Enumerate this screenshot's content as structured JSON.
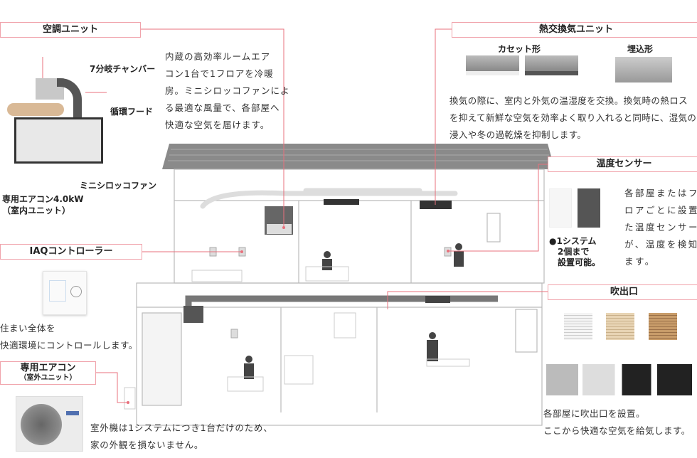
{
  "aircon_unit": {
    "label": "空調ユニット",
    "parts": {
      "chamber": "7分岐チャンバー",
      "hood": "循環フード",
      "fan": "ミニシロッコファン",
      "indoor": "専用エアコン4.0kW",
      "indoor_sub": "（室内ユニット）"
    },
    "desc": [
      "内蔵の高効率ルームエア",
      "コン1台で1フロアを冷暖",
      "房。ミニシロッコファンによ",
      "る最適な風量で、各部屋へ",
      "快適な空気を届けます。"
    ]
  },
  "heat_exchange": {
    "label": "熱交換気ユニット",
    "types": [
      "カセット形",
      "埋込形"
    ],
    "desc": [
      "換気の際に、室内と外気の温湿度を交換。換気時の熱ロス",
      "を抑えて新鮮な空気を効率よく取り入れると同時に、湿気の",
      "浸入や冬の過乾燥を抑制します。"
    ]
  },
  "temp_sensor": {
    "label": "温度センサー",
    "note": [
      "●1システム",
      "2個まで",
      "設置可能。"
    ],
    "desc": [
      "各部屋またはフ",
      "ロアごとに設置し",
      "た温度センサー",
      "が、温度を検知し",
      "ます。"
    ]
  },
  "iaq": {
    "label": "IAQコントローラー",
    "desc": [
      "住まい全体を",
      "快適環境にコントロールします。"
    ]
  },
  "outlet": {
    "label": "吹出口",
    "desc": [
      "各部屋に吹出口を設置。",
      "ここから快適な空気を給気します。"
    ]
  },
  "outdoor": {
    "label": "専用エアコン",
    "sub": "（室外ユニット）",
    "desc": [
      "室外機は1システムにつき1台だけのため、",
      "家の外観を損ないません。"
    ]
  },
  "colors": {
    "accent": "#f0a3ab",
    "line": "#e8707c"
  }
}
